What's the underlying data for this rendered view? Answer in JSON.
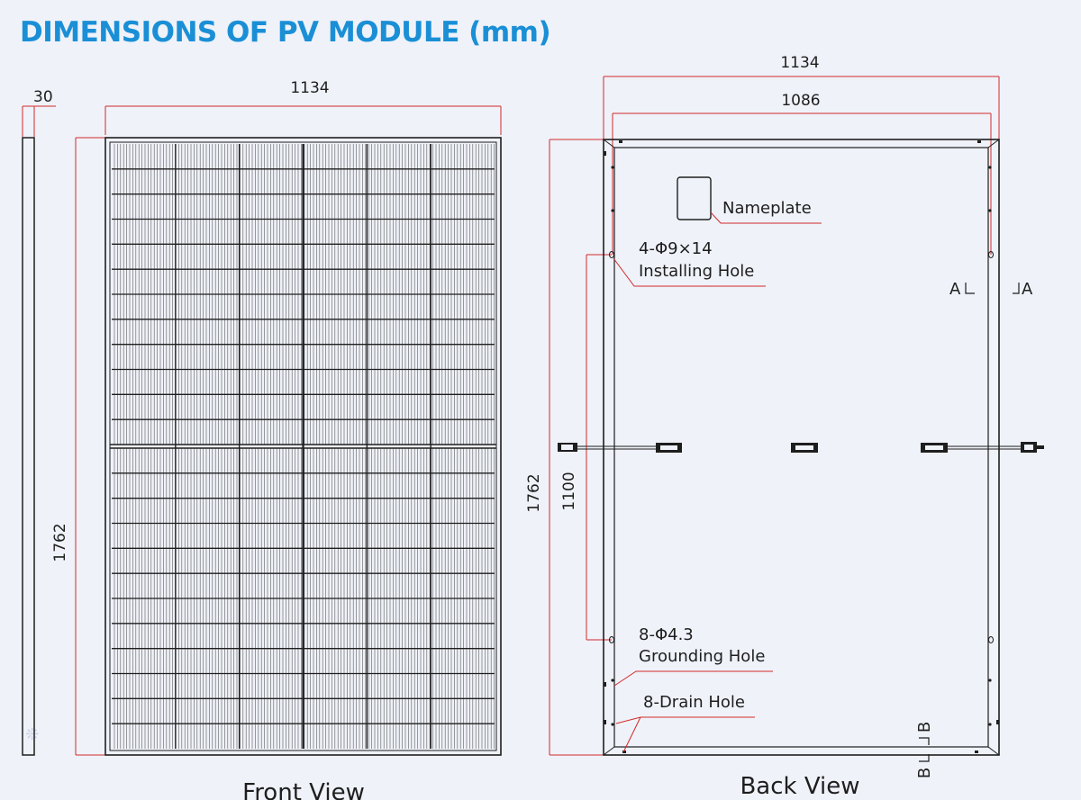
{
  "title": "DIMENSIONS OF PV MODULE (mm)",
  "side": {
    "thickness": "30"
  },
  "front": {
    "width": "1134",
    "height": "1762",
    "view_label": "Front View"
  },
  "back": {
    "outer_width": "1134",
    "inner_width": "1086",
    "height": "1762",
    "hole_spacing": "1100",
    "view_label": "Back View",
    "nameplate": "Nameplate",
    "install_spec": "4-Φ9×14",
    "install_name": "Installing Hole",
    "ground_spec": "8-Φ4.3",
    "ground_name": "Grounding Hole",
    "drain": "8-Drain Hole",
    "section_a_left": "A",
    "section_a_right": "A",
    "section_b_top": "B",
    "section_b_bottom": "B"
  },
  "colors": {
    "title": "#1a8fd6",
    "dimension_line": "#d22a2a",
    "outline": "#1e1e1e"
  }
}
